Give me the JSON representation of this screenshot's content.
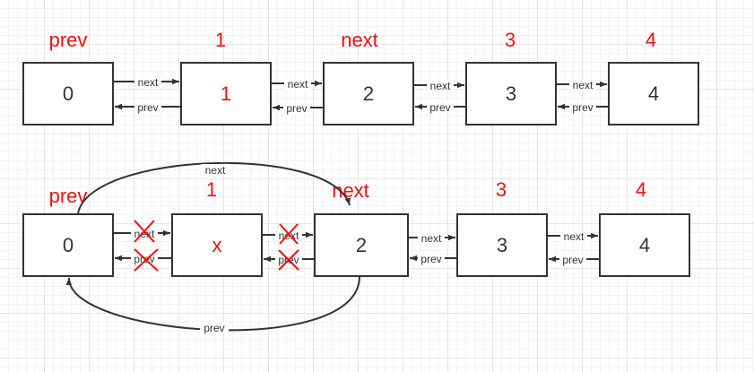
{
  "colors": {
    "stroke": "#333333",
    "highlight": "#ee1111"
  },
  "top_row": {
    "nodes": [
      "0",
      "1",
      "2",
      "3",
      "4"
    ],
    "tags": [
      "prev",
      "1",
      "next",
      "3",
      "4"
    ],
    "link_labels": {
      "forward": "next",
      "backward": "prev"
    }
  },
  "bottom_row": {
    "nodes": [
      "0",
      "x",
      "2",
      "3",
      "4"
    ],
    "tags": [
      "prev",
      "1",
      "next",
      "3",
      "4"
    ],
    "link_labels": {
      "forward": "next",
      "backward": "prev"
    },
    "bypass_labels": {
      "forward": "next",
      "backward": "prev"
    },
    "removed_links": "links between node 0 and node x, and between node x and node 2, are crossed out"
  }
}
